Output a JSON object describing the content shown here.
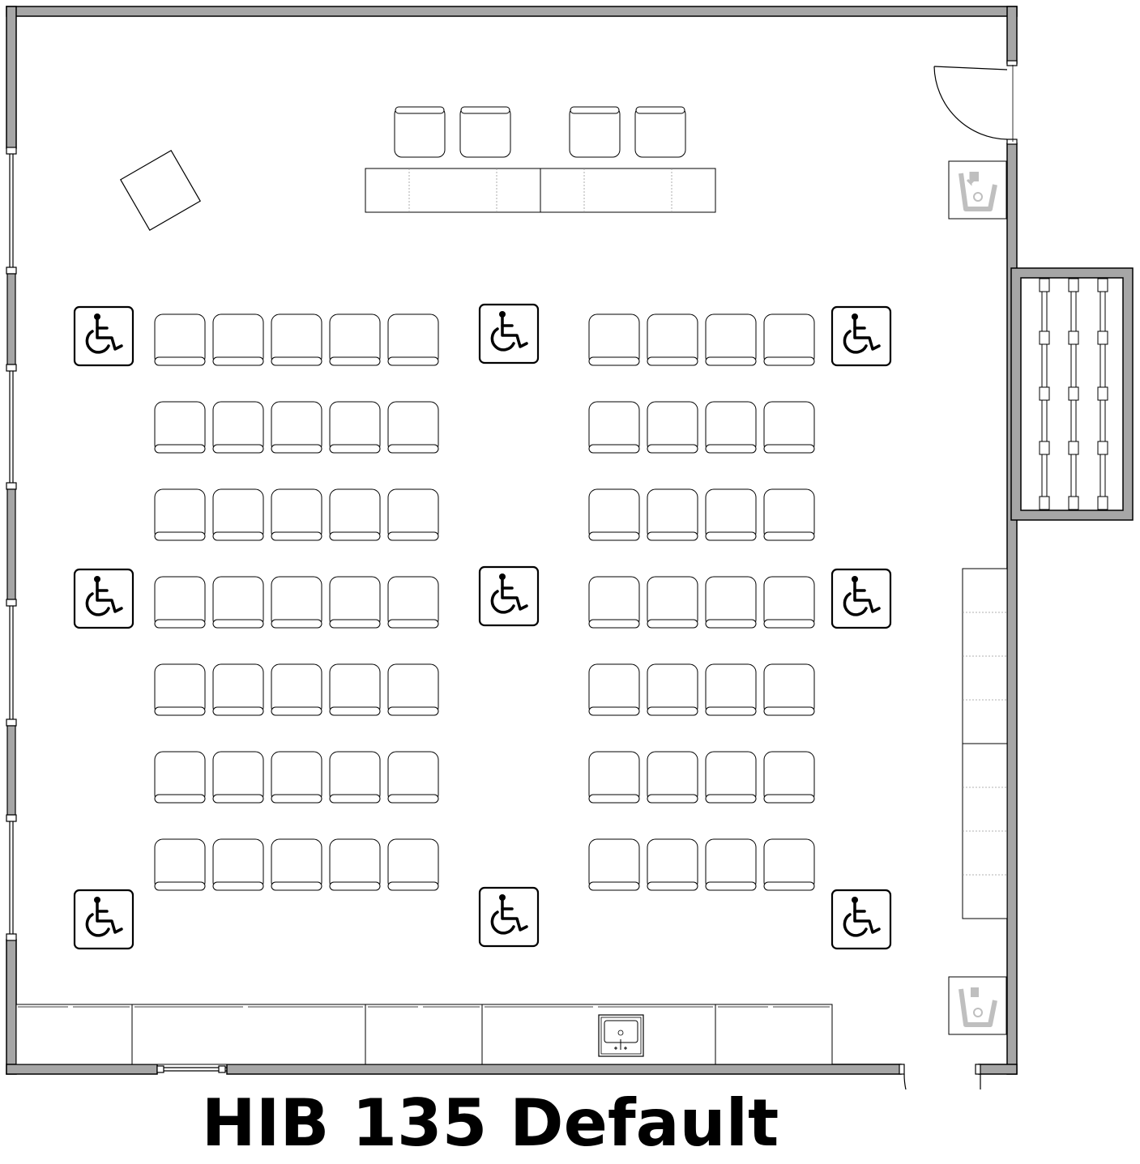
{
  "title": "HIB 135 Default",
  "colors": {
    "wall": "#a6a6a6",
    "line": "#000000",
    "icon_gray": "#bfbfbf",
    "background": "#ffffff"
  },
  "icons": {
    "accessible": "wheelchair-icon",
    "waste": "trash-bin-icon",
    "sink": "sink-icon",
    "door": "door-swing-icon"
  },
  "layout_counts": {
    "left_block_columns": 5,
    "right_block_columns": 4,
    "rows": 7,
    "front_seats": 4,
    "wheelchair_spaces": 9
  }
}
